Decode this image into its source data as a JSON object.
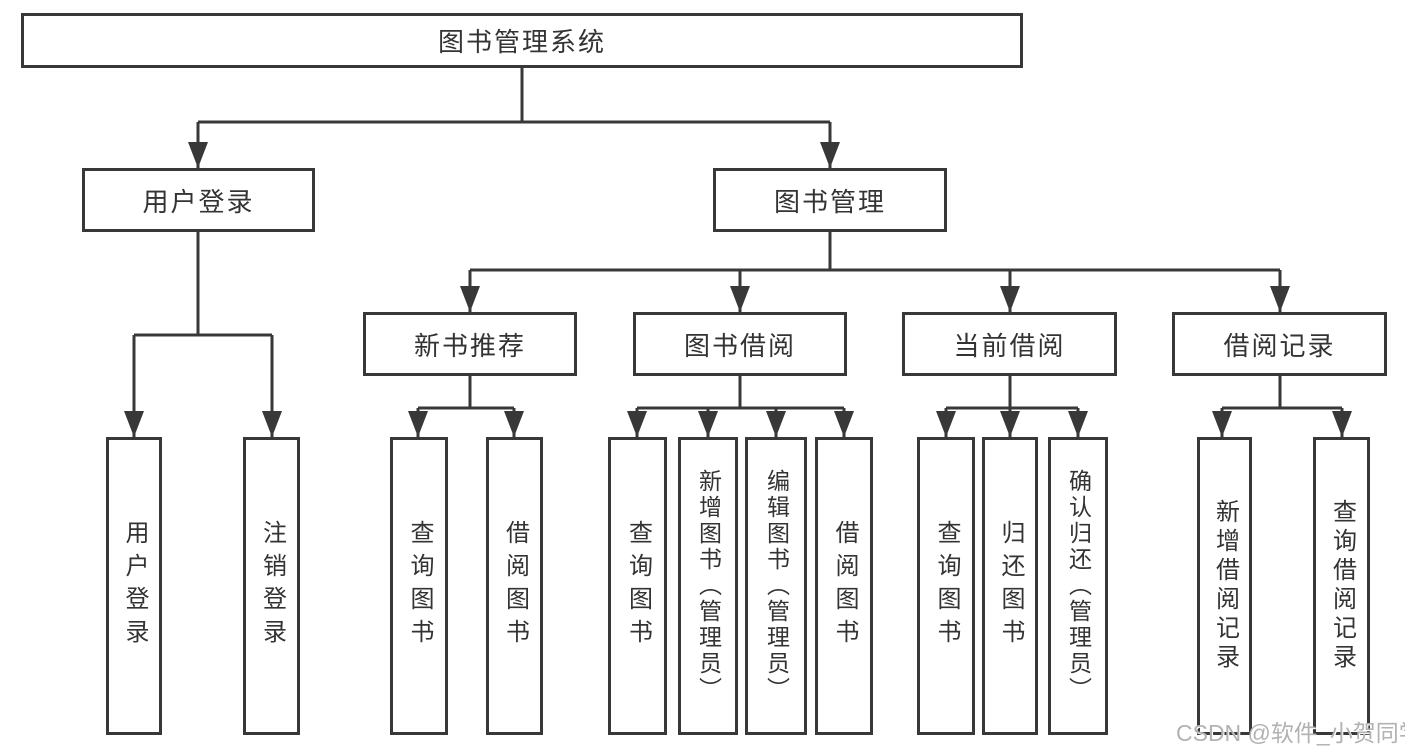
{
  "diagram": {
    "type": "hierarchy-tree",
    "root": {
      "label": "图书管理系统"
    },
    "branches": [
      {
        "label": "用户登录",
        "children": [
          {
            "label": "用户登录"
          },
          {
            "label": "注销登录"
          }
        ]
      },
      {
        "label": "图书管理",
        "children": [
          {
            "label": "新书推荐",
            "children": [
              {
                "label": "查询图书"
              },
              {
                "label": "借阅图书"
              }
            ]
          },
          {
            "label": "图书借阅",
            "children": [
              {
                "label": "查询图书"
              },
              {
                "label": "新增图书（管理员）"
              },
              {
                "label": "编辑图书（管理员）"
              },
              {
                "label": "借阅图书"
              }
            ]
          },
          {
            "label": "当前借阅",
            "children": [
              {
                "label": "查询图书"
              },
              {
                "label": "归还图书"
              },
              {
                "label": "确认归还（管理员）"
              }
            ]
          },
          {
            "label": "借阅记录",
            "children": [
              {
                "label": "新增借阅记录"
              },
              {
                "label": "查询借阅记录"
              }
            ]
          }
        ]
      }
    ]
  },
  "watermark": {
    "text": "CSDN @软件_小贺同学"
  },
  "colors": {
    "line": "#383838",
    "text": "#333333",
    "background": "#ffffff",
    "watermark": "#b2b2b2"
  }
}
